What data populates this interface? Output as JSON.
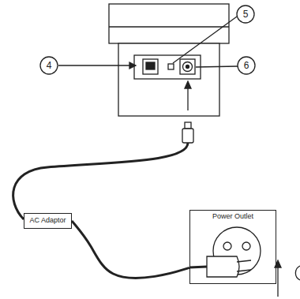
{
  "diagram": {
    "nodes": [
      {
        "text": [
          "AC Adaptor"
        ]
      },
      {
        "text": [
          "Power Outlet"
        ]
      }
    ],
    "edges": [
      {
        "from": 0,
        "to": 1,
        "arrow": "none"
      }
    ],
    "labels": [
      "4",
      "5",
      "6"
    ]
  }
}
